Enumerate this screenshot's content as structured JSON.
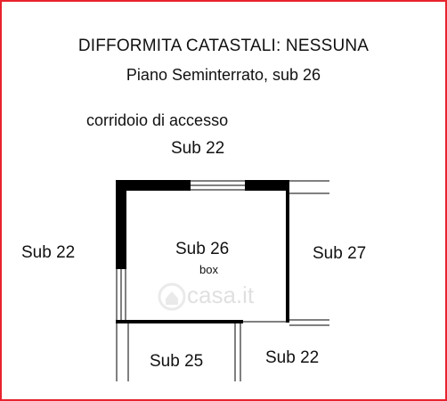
{
  "header": {
    "title": "DIFFORMITA CATASTALI: NESSUNA",
    "subtitle": "Piano Seminterrato, sub 26"
  },
  "plan": {
    "corridor_label": "corridoio di accesso",
    "sub22_top": "Sub 22",
    "sub22_left": "Sub 22",
    "room_label": "Sub 26",
    "room_type": "box",
    "sub27": "Sub 27",
    "sub25": "Sub 25",
    "sub22_bottom": "Sub 22"
  },
  "watermark": {
    "text": "casa.it"
  },
  "colors": {
    "border": "#e8232d",
    "wall": "#000000",
    "watermark": "#d9d9d9"
  }
}
